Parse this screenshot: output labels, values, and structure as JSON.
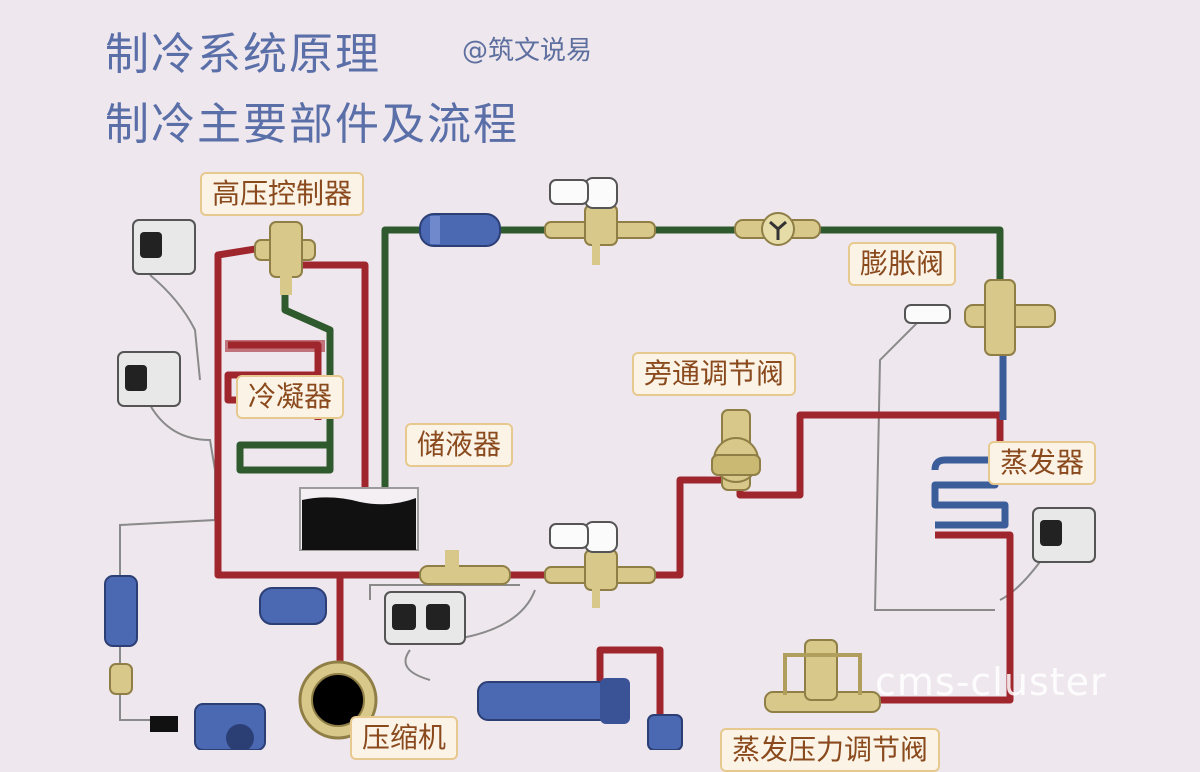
{
  "header": {
    "title_line1": "制冷系统原理",
    "credit": "@筑文说易",
    "title_line2": "制冷主要部件及流程"
  },
  "labels": {
    "high_pressure_controller": "高压控制器",
    "condenser": "冷凝器",
    "receiver": "储液器",
    "bypass_valve": "旁通调节阀",
    "expansion_valve": "膨胀阀",
    "evaporator": "蒸发器",
    "compressor": "压缩机",
    "evap_pressure_valve": "蒸发压力调节阀"
  },
  "watermark": "cms-cluster",
  "colors": {
    "hot_line": "#a0262e",
    "liquid_line": "#2f5a2e",
    "cold_line": "#3b5d9a",
    "brass": "#d8c98a",
    "component_blue": "#4b68b3",
    "label_bg": "#fbf4e6",
    "label_border": "#e7c98f",
    "title_color": "#5a6fa8"
  }
}
